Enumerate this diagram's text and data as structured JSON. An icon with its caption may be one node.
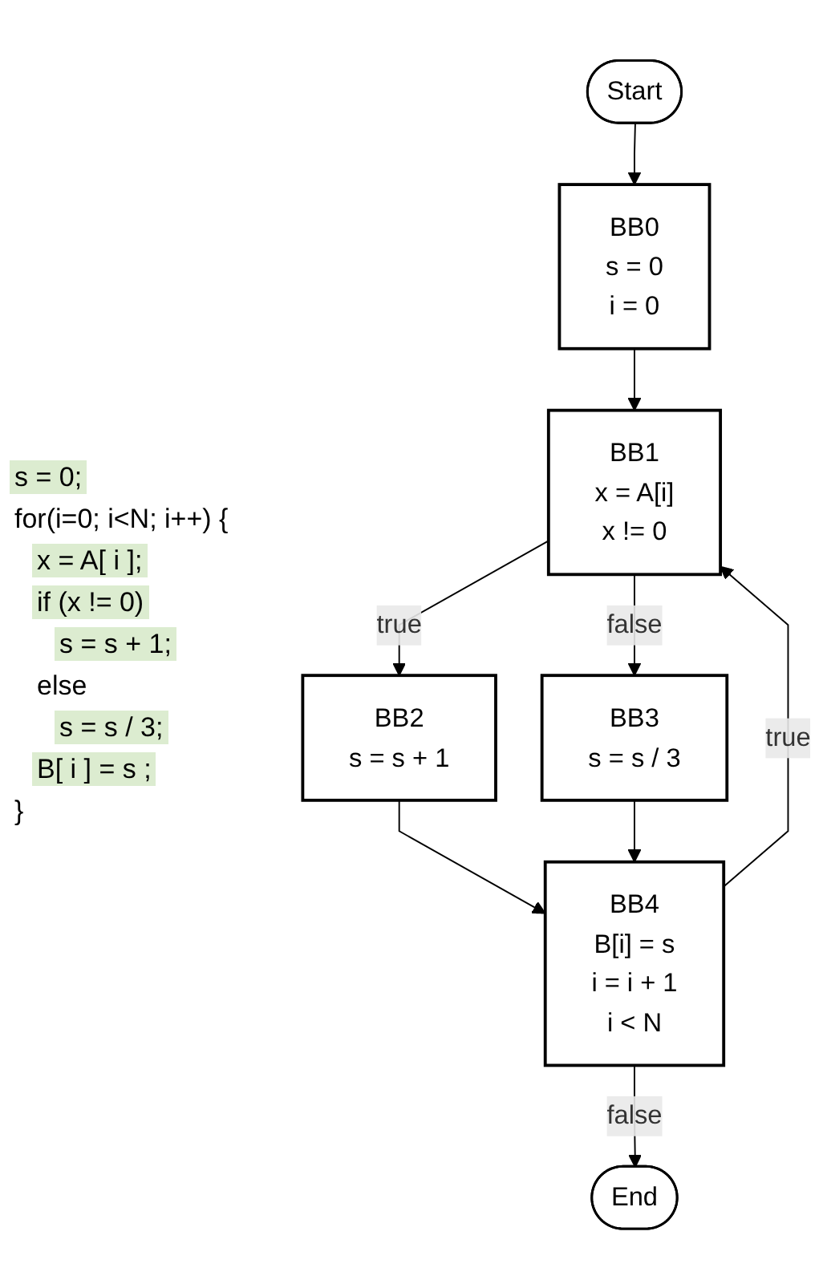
{
  "diagram": {
    "nodes": [
      {
        "text": [
          "Start"
        ]
      },
      {
        "text": [
          "BB0",
          "s = 0",
          "i = 0"
        ]
      },
      {
        "text": [
          "BB1",
          "x = A[i]",
          "x != 0"
        ]
      },
      {
        "text": [
          "BB2",
          "s = s + 1"
        ]
      },
      {
        "text": [
          "BB3",
          "s = s / 3"
        ]
      },
      {
        "text": [
          "BB4",
          "B[i] = s",
          "i = i + 1",
          "i < N"
        ]
      },
      {
        "text": [
          "End"
        ]
      }
    ],
    "edges": [
      {
        "from": 0,
        "to": 1,
        "arrow": "to"
      },
      {
        "from": 1,
        "to": 2,
        "arrow": "to"
      },
      {
        "from": 2,
        "to": 3,
        "arrow": "to",
        "label": "true"
      },
      {
        "from": 2,
        "to": 4,
        "arrow": "to",
        "label": "false"
      },
      {
        "from": 3,
        "to": 5,
        "arrow": "to"
      },
      {
        "from": 4,
        "to": 5,
        "arrow": "to"
      },
      {
        "from": 5,
        "to": 2,
        "arrow": "to",
        "label": "true"
      },
      {
        "from": 5,
        "to": 6,
        "arrow": "to",
        "label": "false"
      }
    ],
    "labels": [
      "s = 0;",
      "for(i=0; i<N; i++) {",
      "x = A[ i ];",
      "if (x != 0)",
      "s = s + 1;",
      "else",
      "s = s / 3;",
      "B[ i ] = s ;",
      "}"
    ]
  }
}
